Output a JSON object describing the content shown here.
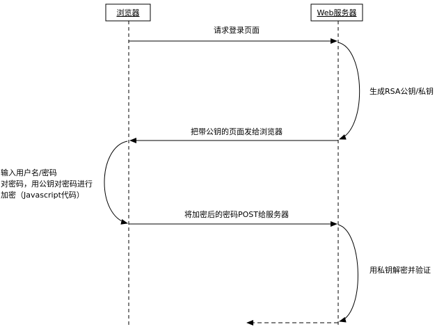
{
  "diagram": {
    "participants": [
      {
        "id": "browser",
        "label": "浏览器"
      },
      {
        "id": "server",
        "label": "Web服务器"
      }
    ],
    "messages": [
      {
        "from": "browser",
        "to": "server",
        "label": "请求登录页面"
      },
      {
        "from": "server",
        "to": "browser",
        "label": "把带公钥的页面发给浏览器"
      },
      {
        "from": "browser",
        "to": "server",
        "label": "将加密后的密码POST给服务器"
      },
      {
        "from": "server",
        "to": "browser",
        "label": "",
        "style": "dashed"
      }
    ],
    "self_actions": [
      {
        "actor": "server",
        "lines": [
          "生成RSA公钥/私钥"
        ]
      },
      {
        "actor": "browser",
        "lines": [
          "输入用户名/密码",
          "对密码，用公钥对密码进行",
          "加密（Javascript代码）"
        ]
      },
      {
        "actor": "server",
        "lines": [
          "用私钥解密并验证"
        ]
      }
    ]
  }
}
